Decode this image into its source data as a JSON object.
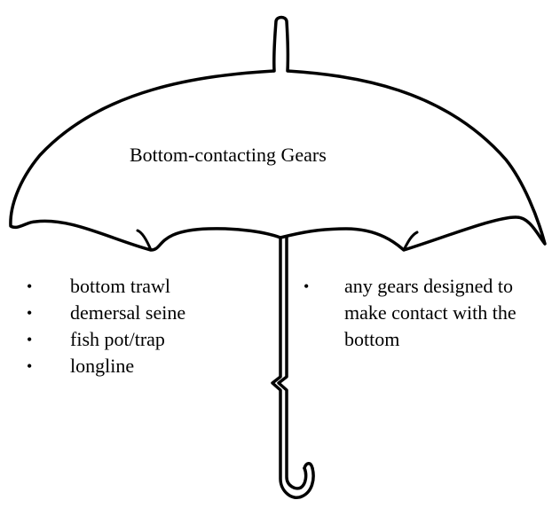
{
  "diagram": {
    "title": "Bottom-contacting Gears",
    "left_list": [
      "bottom trawl",
      "demersal seine",
      "fish pot/trap",
      "longline"
    ],
    "right_list": [
      "any gears designed to make contact with the bottom"
    ],
    "bullet_symbol": "•",
    "stroke_color": "#000000",
    "background_color": "#ffffff"
  }
}
